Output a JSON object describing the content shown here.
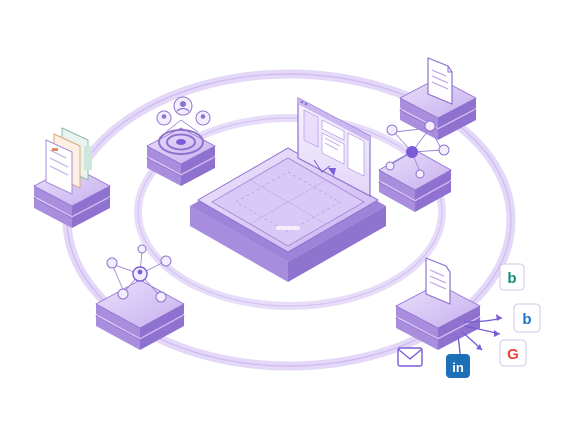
{
  "palette": {
    "ring": "#d6c6f3",
    "platform_top": "#c8b4ef",
    "platform_side": "#a98ede",
    "platform_edge": "#8f72cf",
    "accent": "#7b5cd6",
    "line": "#9b87d4"
  },
  "center_node": {
    "icon": "dashboard-screen-icon"
  },
  "nodes": [
    {
      "id": "documents-stack",
      "icon": "stacked-forms-icon"
    },
    {
      "id": "target-user-group",
      "icon": "target-icon"
    },
    {
      "id": "file-upload",
      "icon": "document-icon"
    },
    {
      "id": "network-cluster",
      "icon": "network-graph-icon"
    },
    {
      "id": "people-network",
      "icon": "people-network-icon"
    },
    {
      "id": "distribution-hub",
      "icon": "document-icon"
    }
  ],
  "channels": [
    {
      "id": "email",
      "icon": "envelope-icon",
      "color": "#7b5cd6",
      "label": ""
    },
    {
      "id": "linkedin",
      "icon": "linkedin-icon",
      "color": "#1d6fb8",
      "label": "in"
    },
    {
      "id": "google",
      "icon": "google-icon",
      "color": "#ea4335",
      "label": "G"
    },
    {
      "id": "bing-top",
      "icon": "bing-icon",
      "color": "#0f8f7c",
      "label": "b"
    },
    {
      "id": "bing-mid",
      "icon": "bing-icon",
      "color": "#1f74c9",
      "label": "b"
    }
  ]
}
